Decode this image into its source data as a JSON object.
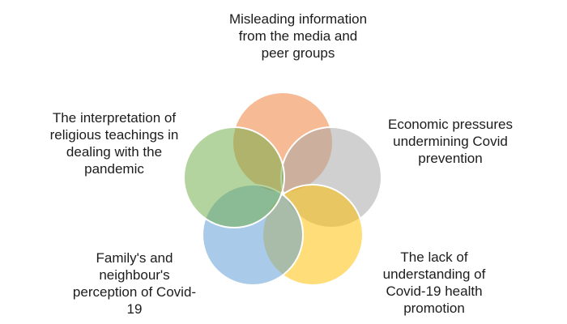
{
  "diagram": {
    "type": "venn-5-circle",
    "background": "#FFFFFF",
    "stroke_color": "#FFFFFF",
    "fill_opacity": 0.52,
    "text_color": "#1C1C1C",
    "nodes": [
      {
        "id": "misleading-media",
        "position": "top",
        "color": "#ED7D31",
        "label": "Misleading information\nfrom the media and\npeer groups"
      },
      {
        "id": "economic-pressures",
        "position": "upper-right",
        "color": "#A5A5A5",
        "label": "Economic pressures\nundermining Covid\nprevention"
      },
      {
        "id": "lack-of-understanding",
        "position": "lower-right",
        "color": "#FFC000",
        "label": "The lack of\nunderstanding of\nCovid-19 health\npromotion"
      },
      {
        "id": "family-perception",
        "position": "lower-left",
        "color": "#5B9BD5",
        "label": "Family's and\nneighbour's\nperception of Covid-\n19"
      },
      {
        "id": "religious-teachings",
        "position": "upper-left",
        "color": "#70AD47",
        "label": "The interpretation of\nreligious teachings in\ndealing with the\npandemic"
      }
    ]
  }
}
